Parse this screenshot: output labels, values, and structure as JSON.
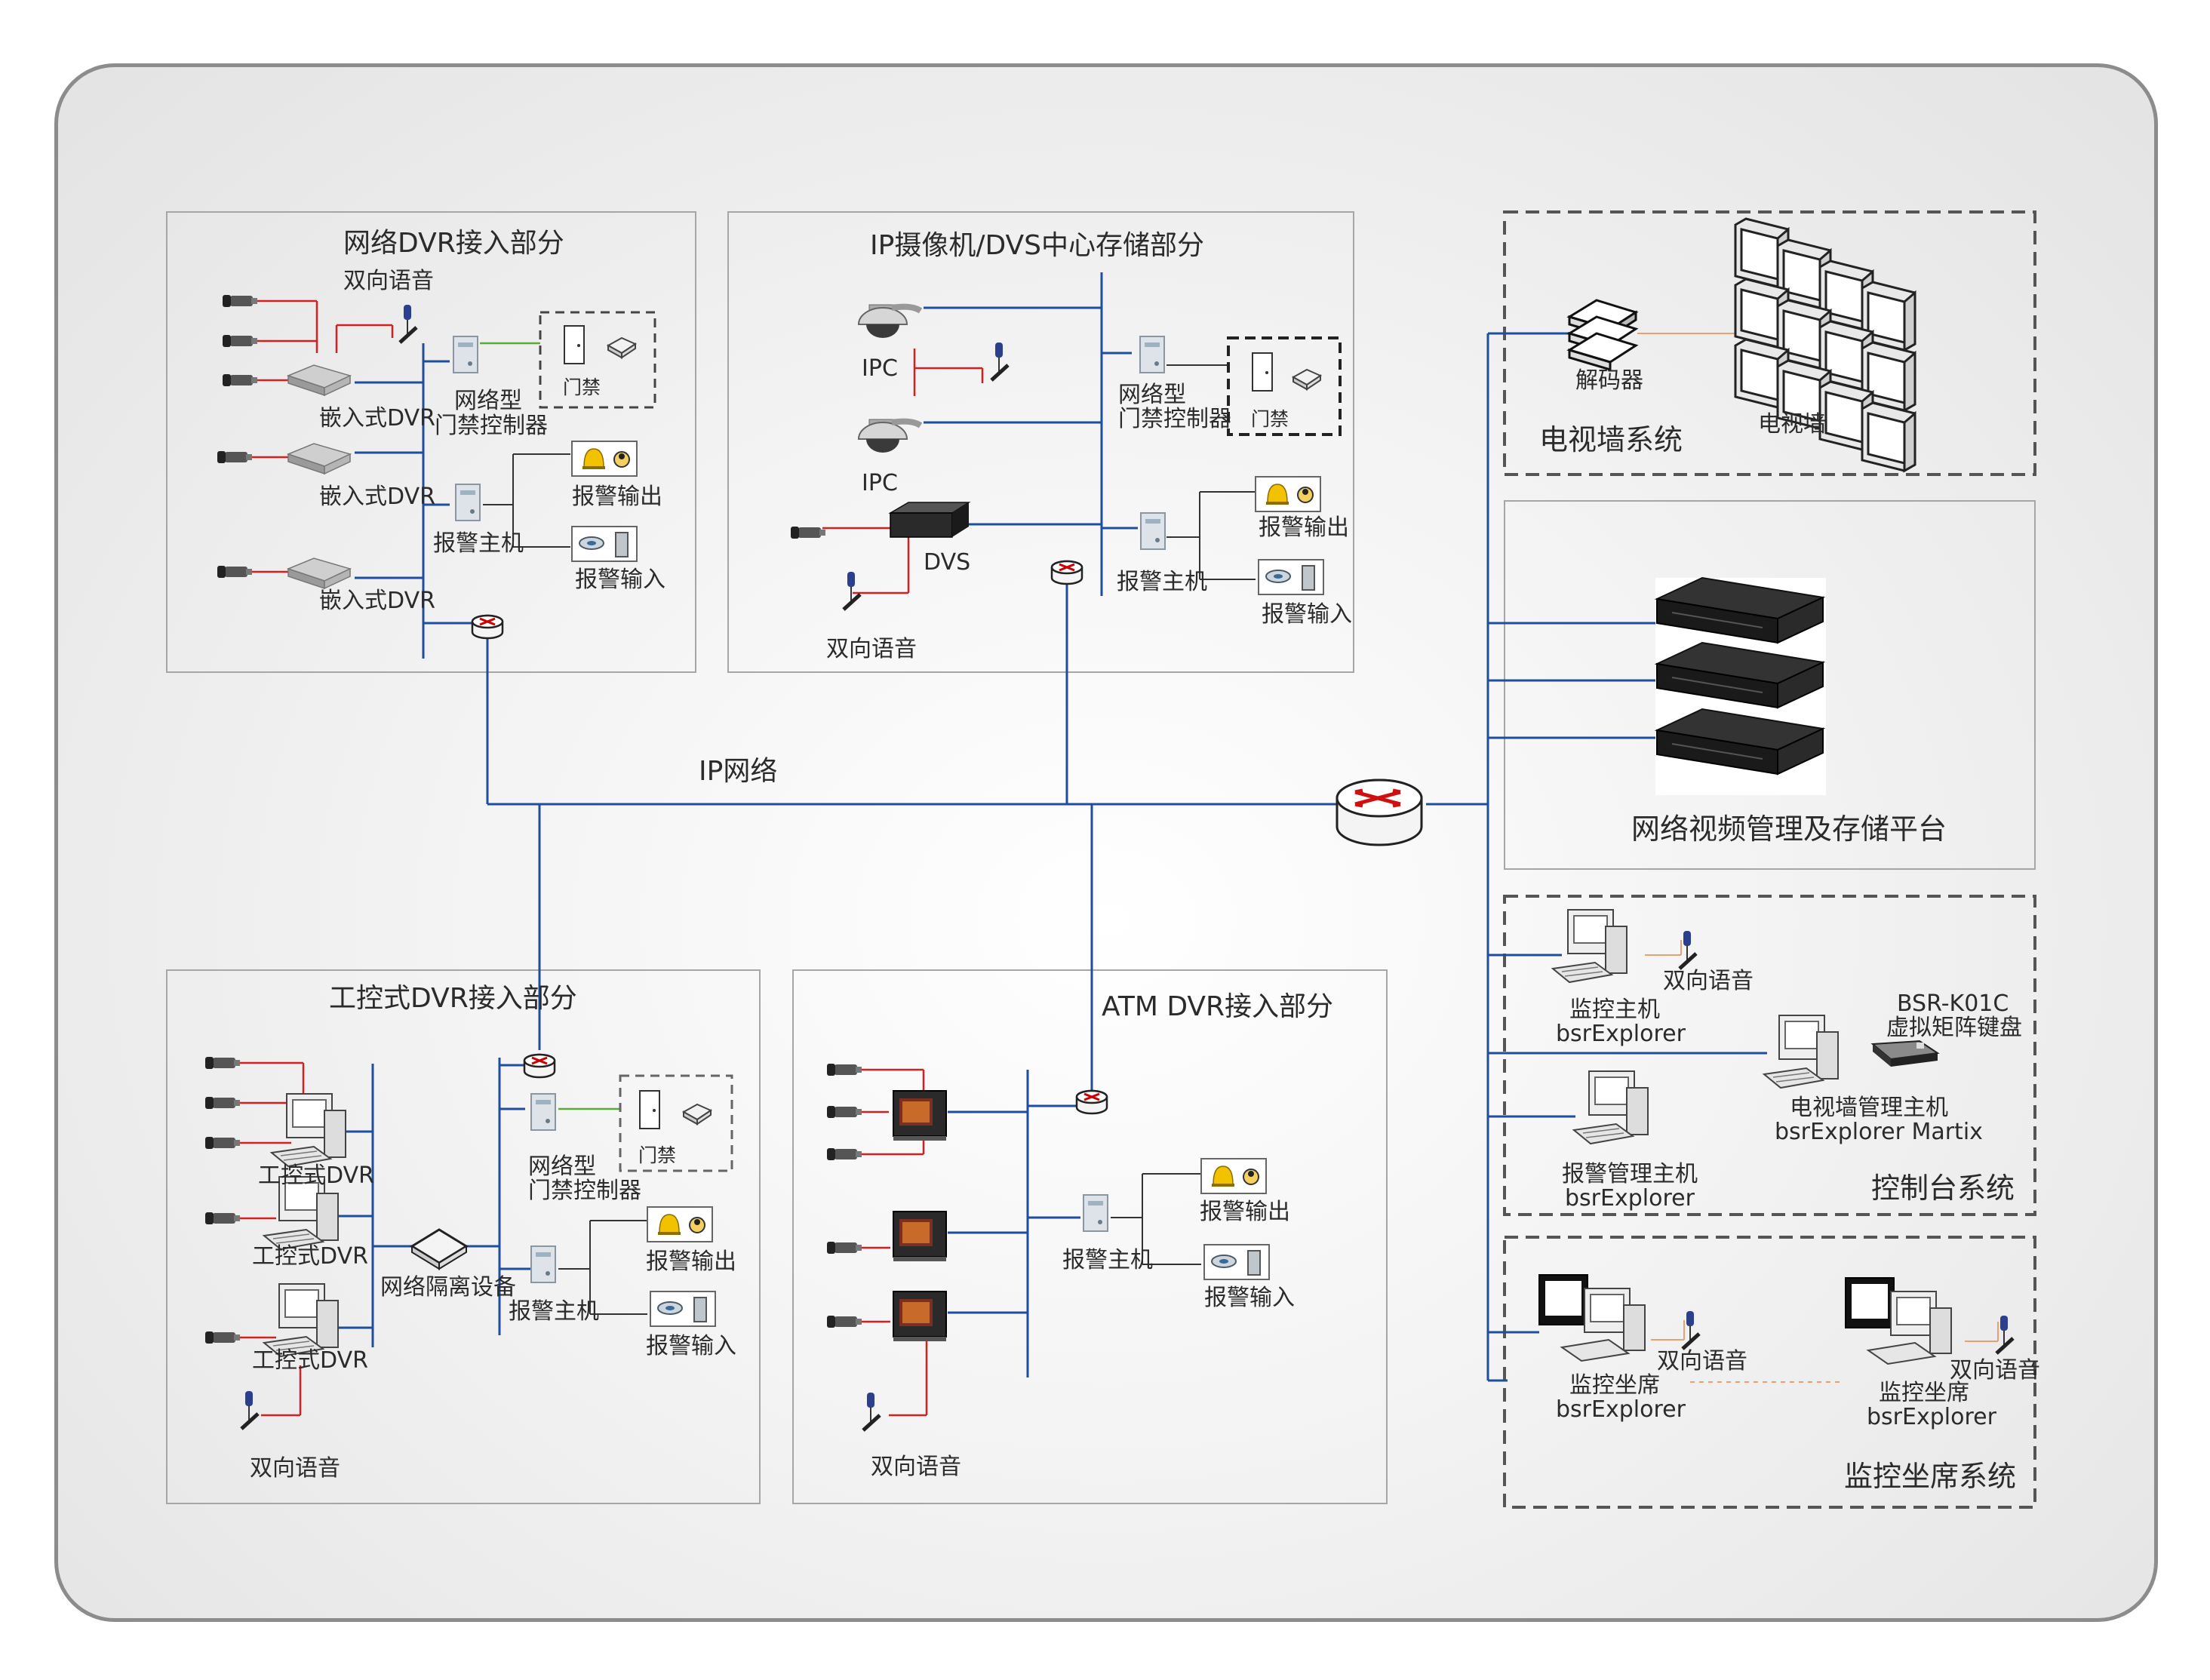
{
  "sections": {
    "network_dvr": "网络DVR接入部分",
    "ip_dvs": "IP摄像机/DVS中心存储部分",
    "industrial_dvr": "工控式DVR接入部分",
    "atm_dvr": "ATM DVR接入部分",
    "tv_wall_system": "电视墙系统",
    "platform": "网络视频管理及存储平台",
    "console_system": "控制台系统",
    "seat_system": "监控坐席系统"
  },
  "labels": {
    "ip_network": "IP网络",
    "two_way_voice": "双向语音",
    "embedded_dvr": "嵌入式DVR",
    "access_controller_1": "网络型",
    "access_controller_2": "门禁控制器",
    "door_access": "门禁",
    "alarm_host": "报警主机",
    "alarm_output": "报警输出",
    "alarm_input": "报警输入",
    "ipc": "IPC",
    "dvs": "DVS",
    "industrial_dvr": "工控式DVR",
    "isolation_device": "网络隔离设备",
    "decoder": "解码器",
    "tv_wall": "电视墙",
    "monitor_host": "监控主机",
    "bsr_explorer": "bsrExplorer",
    "keyboard_model": "BSR-K01C",
    "keyboard_name": "虚拟矩阵键盘",
    "tv_wall_host": "电视墙管理主机",
    "bsr_explorer_martix": "bsrExplorer Martix",
    "alarm_mgmt_host": "报警管理主机",
    "seat": "监控坐席"
  },
  "colors": {
    "network_line": "#1f4e9c",
    "voice_line": "#d32020",
    "access_line": "#5aab3a",
    "alarm_line": "#333333",
    "tv_line": "#e8a070"
  }
}
